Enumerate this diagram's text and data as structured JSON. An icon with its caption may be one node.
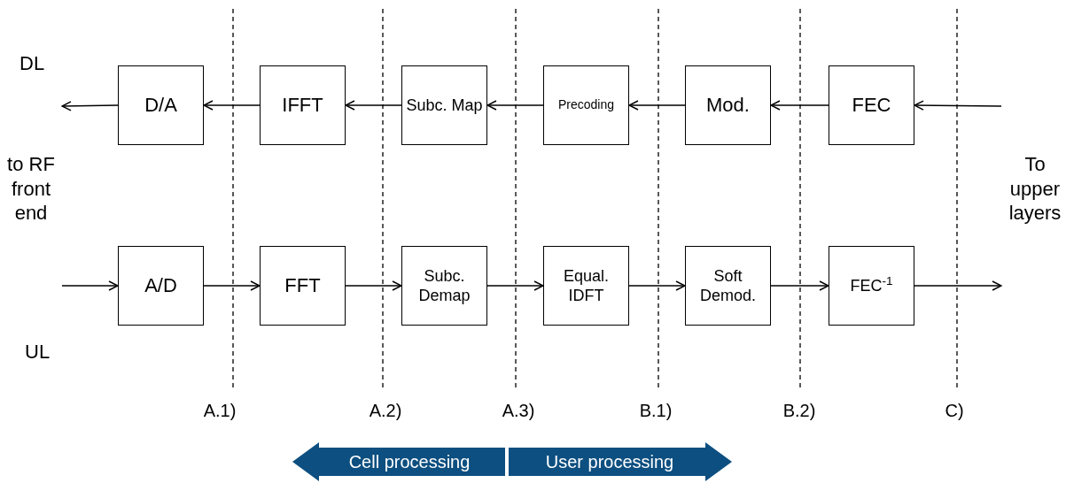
{
  "diagram": {
    "nodes": [
      {
        "text": [
          "D/A"
        ]
      },
      {
        "text": [
          "IFFT"
        ]
      },
      {
        "text": [
          "Subc. Map"
        ]
      },
      {
        "text": [
          "Precoding"
        ]
      },
      {
        "text": [
          "Mod."
        ]
      },
      {
        "text": [
          "FEC"
        ]
      },
      {
        "text": [
          "A/D"
        ]
      },
      {
        "text": [
          "FFT"
        ]
      },
      {
        "text": [
          "Subc. Demap"
        ]
      },
      {
        "text": [
          "Equal. IDFT"
        ]
      },
      {
        "text": [
          "Soft Demod."
        ]
      },
      {
        "text": [
          "FEC$^{-1}$"
        ]
      },
      {
        "text": [
          "Cell processing"
        ]
      },
      {
        "text": [
          "User processing"
        ]
      }
    ],
    "edges": [
      {
        "from": null,
        "to": 5,
        "arrow": "to"
      },
      {
        "from": 5,
        "to": 4,
        "arrow": "to"
      },
      {
        "from": 4,
        "to": 3,
        "arrow": "to"
      },
      {
        "from": 3,
        "to": 2,
        "arrow": "to"
      },
      {
        "from": 2,
        "to": 1,
        "arrow": "to"
      },
      {
        "from": 1,
        "to": 0,
        "arrow": "to"
      },
      {
        "from": 0,
        "to": null,
        "arrow": "to"
      },
      {
        "from": null,
        "to": 6,
        "arrow": "to"
      },
      {
        "from": 6,
        "to": 7,
        "arrow": "to"
      },
      {
        "from": 7,
        "to": 8,
        "arrow": "to"
      },
      {
        "from": 8,
        "to": 9,
        "arrow": "to"
      },
      {
        "from": 9,
        "to": 10,
        "arrow": "to"
      },
      {
        "from": 10,
        "to": 11,
        "arrow": "to"
      },
      {
        "from": 11,
        "to": null,
        "arrow": "to"
      }
    ],
    "labels": [
      "DL",
      "to RF front end",
      "To upper layers",
      "UL",
      "A.1)",
      "A.2)",
      "A.3)",
      "B.1)",
      "B.2)",
      "C)"
    ]
  }
}
